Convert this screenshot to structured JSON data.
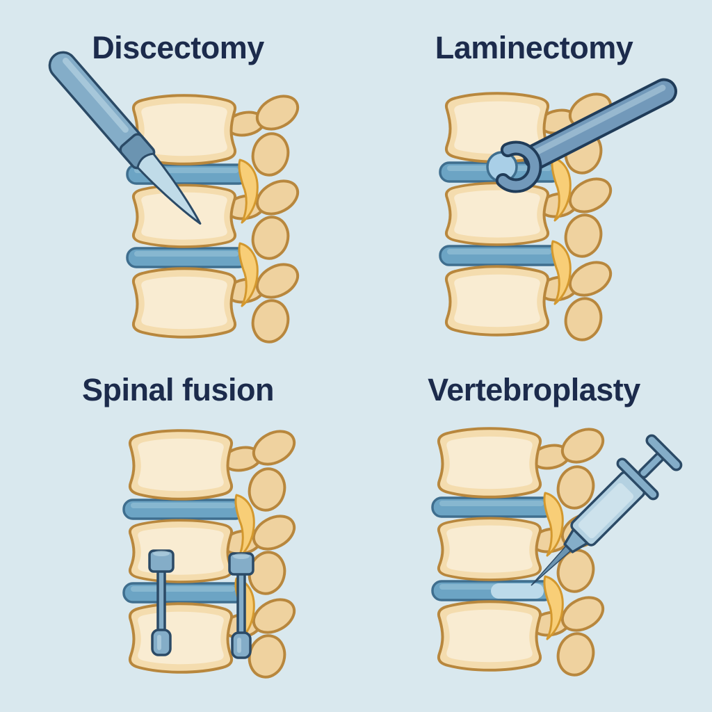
{
  "panels": [
    {
      "title": "Discectomy",
      "icon": "scalpel-icon"
    },
    {
      "title": "Laminectomy",
      "icon": "rongeur-icon"
    },
    {
      "title": "Spinal fusion",
      "icon": "pedicle-screws-icon"
    },
    {
      "title": "Vertebroplasty",
      "icon": "syringe-icon"
    }
  ],
  "palette": {
    "bg": "#d9e8ee",
    "ink": "#1c2b4c",
    "bone": "#f4dcae",
    "bone2": "#efd29f",
    "bone-light": "#f9ecd2",
    "bone-stroke": "#b8873d",
    "disc": "#6ca4c4",
    "disc-light": "#9ec6da",
    "disc-stroke": "#3f6e8e",
    "cement": "#bcdaea",
    "nerve": "#f8ce77",
    "nerve-stroke": "#d3982e",
    "steel": "#84adc8",
    "steel-mid": "#6b94b1",
    "steel-light": "#b9d5e4",
    "steel-stroke": "#2b4a66",
    "blade": "#c0dbe8",
    "tool": "#7299ba",
    "tool-light": "#a6c4d8",
    "tool-stroke": "#203c59",
    "ball": "#a9cfe7",
    "syr-barrel": "#b4d1e1",
    "syr-fluid": "#cde2ec"
  }
}
